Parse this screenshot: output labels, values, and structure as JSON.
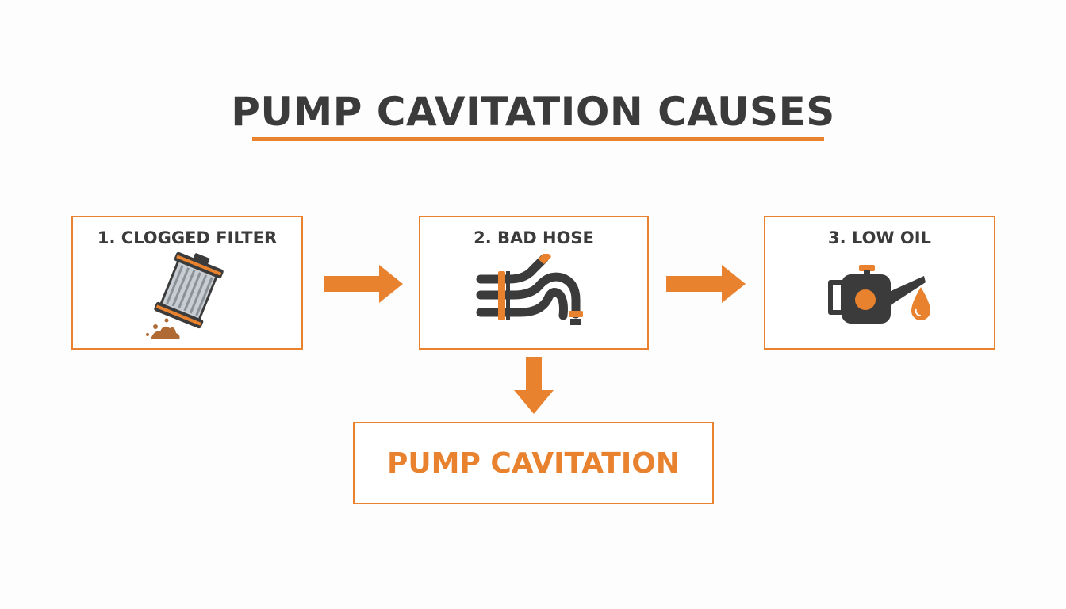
{
  "title": "PUMP CAVITATION CAUSES",
  "causes": [
    {
      "label": "1. CLOGGED FILTER",
      "icon": "clogged-filter-icon"
    },
    {
      "label": "2. BAD HOSE",
      "icon": "bad-hose-icon"
    },
    {
      "label": "3. LOW OIL",
      "icon": "oil-can-icon"
    }
  ],
  "result": {
    "label": "PUMP CAVITATION"
  },
  "colors": {
    "accent": "#e8822e",
    "dark": "#3b3b3b"
  }
}
